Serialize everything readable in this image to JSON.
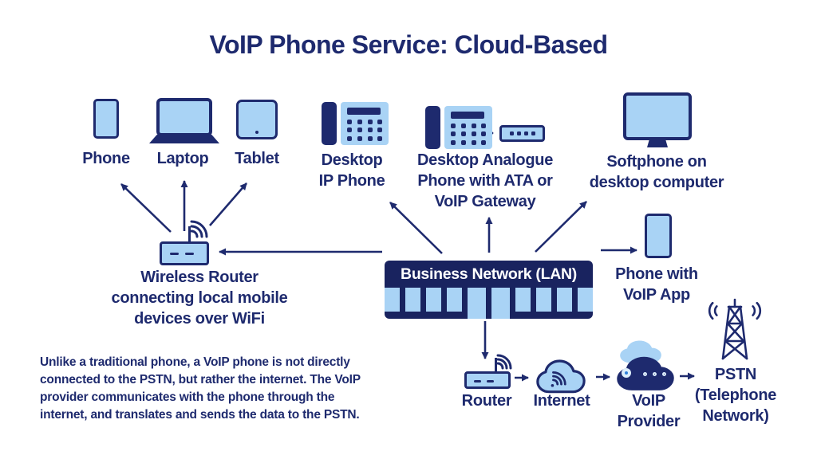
{
  "title": "VoIP Phone Service: Cloud-Based",
  "colors": {
    "navy": "#1e2a6e",
    "light_blue": "#a9d3f5",
    "lan_fill": "#19235f",
    "white": "#ffffff",
    "accent_blue": "#2f7fd9",
    "ring_white": "#ddeefb"
  },
  "nodes": {
    "phone": {
      "label": "Phone"
    },
    "laptop": {
      "label": "Laptop"
    },
    "tablet": {
      "label": "Tablet"
    },
    "desktop_ip_phone": {
      "label": "Desktop\nIP Phone"
    },
    "desktop_analogue": {
      "label": "Desktop Analogue\nPhone with ATA or\nVoIP Gateway"
    },
    "softphone": {
      "label": "Softphone on\ndesktop computer"
    },
    "wireless_router": {
      "label": "Wireless Router\nconnecting local mobile\ndevices over WiFi"
    },
    "lan": {
      "label": "Business Network (LAN)",
      "ports": [
        "s",
        "s",
        "s",
        "s",
        "t",
        "t",
        "s",
        "s",
        "s",
        "s"
      ]
    },
    "phone_voip_app": {
      "label": "Phone with\nVoIP App"
    },
    "router": {
      "label": "Router"
    },
    "internet": {
      "label": "Internet"
    },
    "voip_provider": {
      "label": "VoIP\nProvider"
    },
    "pstn": {
      "label": "PSTN\n(Telephone\nNetwork)"
    }
  },
  "note": "Unlike a traditional phone, a VoIP phone is not directly\nconnected to the PSTN, but rather the internet. The VoIP\nprovider communicates with the phone through the\ninternet, and translates and sends the data to the PSTN.",
  "icons": [
    "smartphone-icon",
    "laptop-icon",
    "tablet-icon",
    "desk-phone-icon",
    "ata-box-icon",
    "monitor-icon",
    "wifi-router-icon",
    "lan-switch-icon",
    "internet-cloud-icon",
    "voip-cloud-icon",
    "radio-tower-icon",
    "arrow-connector"
  ]
}
